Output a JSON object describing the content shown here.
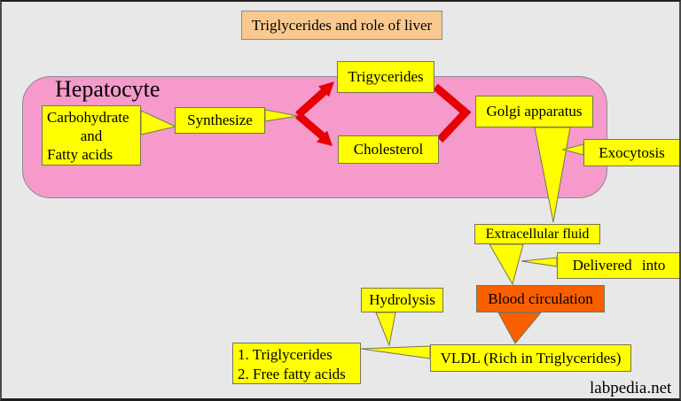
{
  "title": {
    "label": "Triglycerides and role of liver"
  },
  "cell": {
    "label": "Hepatocyte"
  },
  "nodes": {
    "substrate": {
      "line1": "Carbohydrate",
      "line2": "and",
      "line3": "Fatty acids"
    },
    "synthesize": {
      "label": "Synthesize"
    },
    "triglycerides": {
      "label": "Trigycerides"
    },
    "cholesterol": {
      "label": "Cholesterol"
    },
    "golgi": {
      "label": "Golgi apparatus"
    },
    "exocytosis": {
      "label": "Exocytosis"
    },
    "extracellular": {
      "label": "Extracellular fluid"
    },
    "delivered": {
      "label": "Delivered into"
    },
    "blood": {
      "label": "Blood circulation"
    },
    "hydrolysis": {
      "label": "Hydrolysis"
    },
    "products": {
      "line1": "1. Triglycerides",
      "line2": "2. Free fatty acids"
    },
    "vldl": {
      "label": "VLDL (Rich in Triglycerides)"
    }
  },
  "edges": [
    "Carbohydrate and Fatty acids -> Synthesize",
    "Synthesize -> Trigycerides",
    "Synthesize -> Cholesterol",
    "Trigycerides -> Golgi apparatus",
    "Cholesterol -> Golgi apparatus",
    "Golgi apparatus -> Extracellular fluid (Exocytosis)",
    "Extracellular fluid -> Blood circulation (Delivered into)",
    "Blood circulation -> VLDL (Rich in Triglycerides)",
    "VLDL -> 1. Triglycerides, 2. Free fatty acids (Hydrolysis)"
  ],
  "colors": {
    "background": "#e8e8e8",
    "node_yellow": "#ffff00",
    "cell_pink": "#f59aca",
    "title_peach": "#f9c98f",
    "blood_orange": "#f95f00",
    "arrow_red": "#e60000"
  },
  "watermark": {
    "label": "labpedia.net"
  }
}
